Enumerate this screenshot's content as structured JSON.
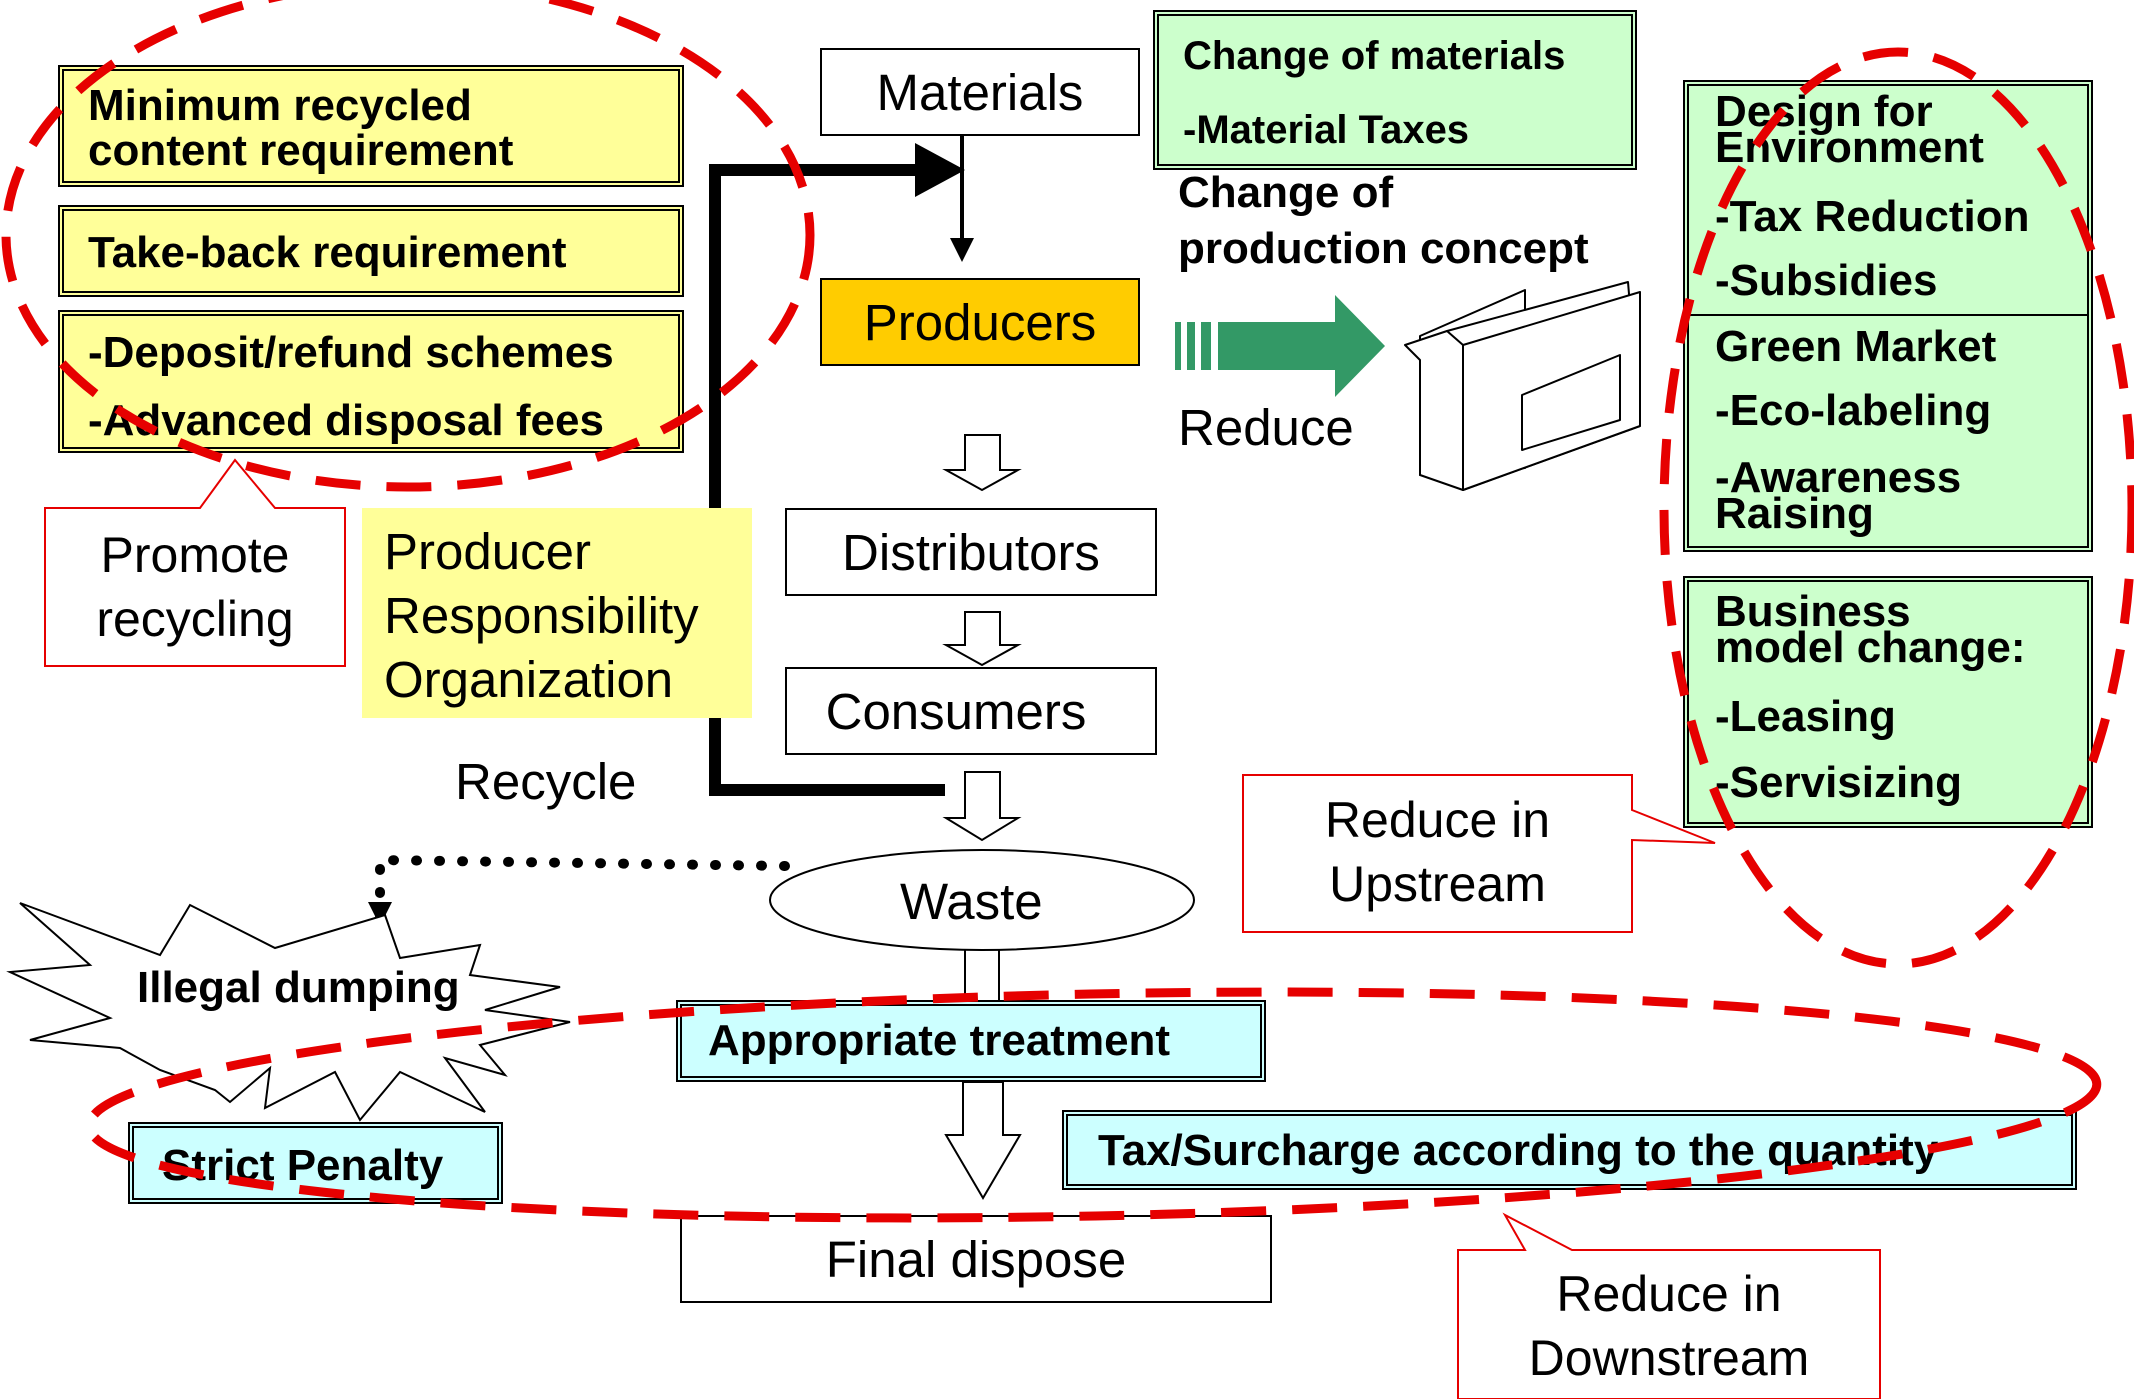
{
  "left_boxes": {
    "min_recycled": [
      "Minimum recycled",
      "content requirement"
    ],
    "take_back": "Take-back requirement",
    "deposit": [
      "-Deposit/refund schemes",
      "-Advanced disposal fees"
    ]
  },
  "callouts": {
    "promote_recycling": [
      "Promote",
      "recycling"
    ],
    "reduce_upstream": [
      "Reduce in",
      "Upstream"
    ],
    "reduce_downstream": [
      "Reduce in",
      "Downstream"
    ]
  },
  "pro": [
    "Producer",
    "Responsibility",
    "Organization"
  ],
  "flow": {
    "materials": "Materials",
    "producers": "Producers",
    "distributors": "Distributors",
    "consumers": "Consumers",
    "waste": "Waste",
    "final_dispose": "Final dispose",
    "recycle_label": "Recycle",
    "illegal_dumping": "Illegal dumping"
  },
  "change_materials": [
    "Change of materials",
    "-Material Taxes"
  ],
  "production_concept": [
    "Change of",
    "production concept"
  ],
  "reduce_label": "Reduce",
  "design_box": {
    "design": [
      "Design for",
      "Environment"
    ],
    "tax_reduction": "-Tax Reduction",
    "subsidies": "-Subsidies",
    "green_market": "Green Market",
    "eco_labeling": "-Eco-labeling",
    "awareness": [
      "-Awareness",
      "Raising"
    ]
  },
  "business_box": {
    "title": [
      "Business",
      "model change:"
    ],
    "leasing": "-Leasing",
    "servisizing": "-Servisizing"
  },
  "bottom": {
    "appropriate_treatment": "Appropriate treatment",
    "strict_penalty": "Strict Penalty",
    "tax_surcharge": "Tax/Surcharge according to the quantity"
  },
  "colors": {
    "dashed_ellipse": "#e60000",
    "callout_border": "#e60000",
    "arrow_green": "#339966",
    "yellow_fill": "#ffff99",
    "green_fill": "#ccffcc",
    "cyan_fill": "#ccffff",
    "producers_fill": "#ffcc00"
  }
}
